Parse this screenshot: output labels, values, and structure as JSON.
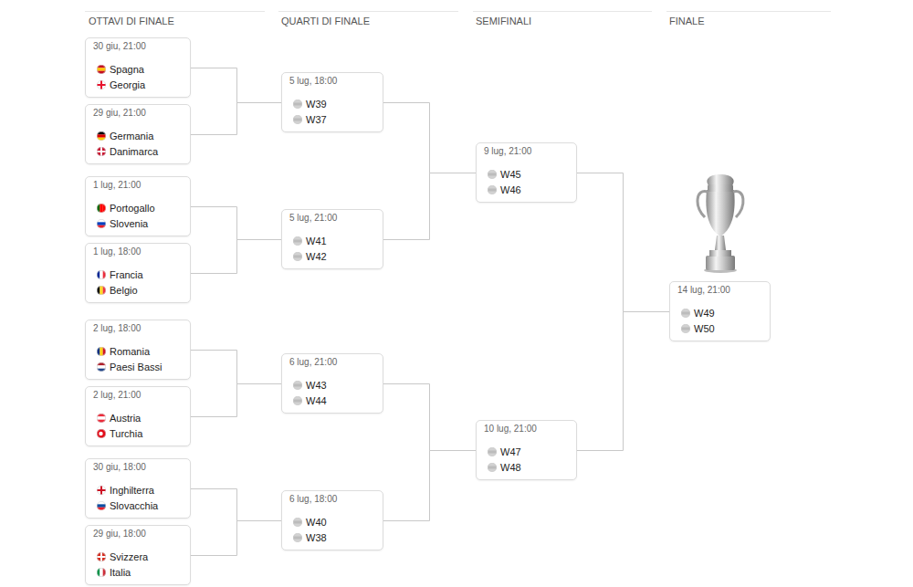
{
  "diagram": {
    "nodes": [
      {
        "text": [
          "30 giu, 21:00",
          "Spagna",
          "Georgia"
        ]
      },
      {
        "text": [
          "29 giu, 21:00",
          "Germania",
          "Danimarca"
        ]
      },
      {
        "text": [
          "1 lug, 21:00",
          "Portogallo",
          "Slovenia"
        ]
      },
      {
        "text": [
          "1 lug, 18:00",
          "Francia",
          "Belgio"
        ]
      },
      {
        "text": [
          "2 lug, 18:00",
          "Romania",
          "Paesi Bassi"
        ]
      },
      {
        "text": [
          "2 lug, 21:00",
          "Austria",
          "Turchia"
        ]
      },
      {
        "text": [
          "30 giu, 18:00",
          "Inghilterra",
          "Slovacchia"
        ]
      },
      {
        "text": [
          "29 giu, 18:00",
          "Svizzera",
          "Italia"
        ]
      },
      {
        "text": [
          "5 lug, 18:00",
          "W39",
          "W37"
        ]
      },
      {
        "text": [
          "5 lug, 21:00",
          "W41",
          "W42"
        ]
      },
      {
        "text": [
          "6 lug, 21:00",
          "W43",
          "W44"
        ]
      },
      {
        "text": [
          "6 lug, 18:00",
          "W40",
          "W38"
        ]
      },
      {
        "text": [
          "9 lug, 21:00",
          "W45",
          "W46"
        ]
      },
      {
        "text": [
          "10 lug, 21:00",
          "W47",
          "W48"
        ]
      },
      {
        "text": [
          "14 lug, 21:00",
          "W49",
          "W50"
        ]
      }
    ],
    "edges": [
      {
        "from": 0,
        "to": 8,
        "arrow": "none"
      },
      {
        "from": 1,
        "to": 8,
        "arrow": "none"
      },
      {
        "from": 2,
        "to": 9,
        "arrow": "none"
      },
      {
        "from": 3,
        "to": 9,
        "arrow": "none"
      },
      {
        "from": 4,
        "to": 10,
        "arrow": "none"
      },
      {
        "from": 5,
        "to": 10,
        "arrow": "none"
      },
      {
        "from": 6,
        "to": 11,
        "arrow": "none"
      },
      {
        "from": 7,
        "to": 11,
        "arrow": "none"
      },
      {
        "from": 8,
        "to": 12,
        "arrow": "none"
      },
      {
        "from": 9,
        "to": 12,
        "arrow": "none"
      },
      {
        "from": 10,
        "to": 13,
        "arrow": "none"
      },
      {
        "from": 11,
        "to": 13,
        "arrow": "none"
      },
      {
        "from": 12,
        "to": 14,
        "arrow": "none"
      },
      {
        "from": 13,
        "to": 14,
        "arrow": "none"
      }
    ],
    "labels": [
      "OTTAVI DI FINALE",
      "QUARTI DI FINALE",
      "SEMIFINALI",
      "FINALE"
    ]
  }
}
